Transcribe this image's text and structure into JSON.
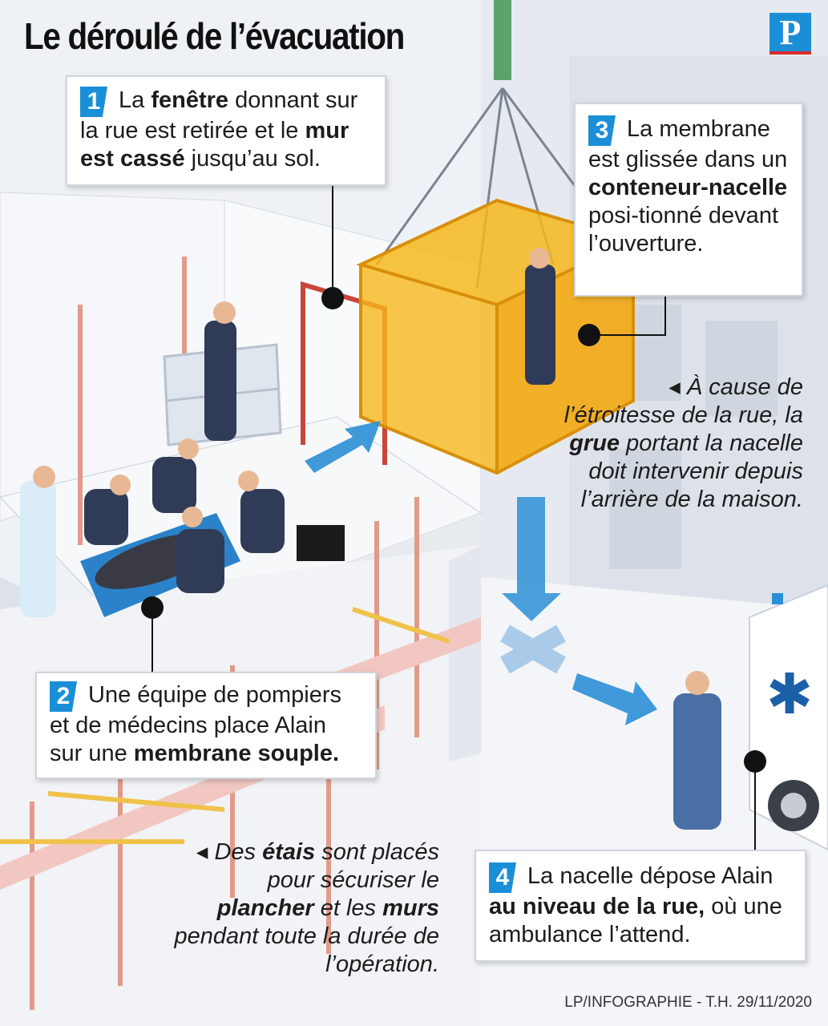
{
  "title": "Le déroulé de l’évacuation",
  "logo_letter": "P",
  "colors": {
    "accent_blue": "#1a8fd8",
    "nacelle_yellow": "#f6b81c",
    "frame_red": "#c8463a",
    "uniform_navy": "#2f3b57",
    "membrane_blue": "#2b82c9"
  },
  "steps": [
    {
      "number": "1",
      "parts": [
        {
          "t": "La ",
          "b": false
        },
        {
          "t": "fenêtre",
          "b": true
        },
        {
          "t": " donnant sur la rue est retirée et le ",
          "b": false
        },
        {
          "t": "mur est cassé",
          "b": true
        },
        {
          "t": " jusqu’au sol.",
          "b": false
        }
      ]
    },
    {
      "number": "2",
      "parts": [
        {
          "t": "Une équipe de pompiers et de médecins place Alain sur une ",
          "b": false
        },
        {
          "t": "membrane souple.",
          "b": true
        }
      ]
    },
    {
      "number": "3",
      "parts": [
        {
          "t": "La membrane est glissée dans un ",
          "b": false
        },
        {
          "t": "conteneur-nacelle",
          "b": true
        },
        {
          "t": " posi-tionné devant l’ouverture.",
          "b": false
        }
      ]
    },
    {
      "number": "4",
      "parts": [
        {
          "t": "La nacelle dépose Alain ",
          "b": false
        },
        {
          "t": "au niveau de la rue,",
          "b": true
        },
        {
          "t": " où une ambulance l’attend.",
          "b": false
        }
      ]
    }
  ],
  "notes": {
    "crane": {
      "marker": "◂",
      "parts": [
        {
          "t": "À cause de l’étroitesse de la rue, la ",
          "b": false
        },
        {
          "t": "grue",
          "b": true
        },
        {
          "t": " portant la nacelle doit intervenir depuis l’arrière de la maison.",
          "b": false
        }
      ]
    },
    "props": {
      "marker": "◂",
      "parts": [
        {
          "t": "Des ",
          "b": false
        },
        {
          "t": "étais",
          "b": true
        },
        {
          "t": " sont placés pour sécuriser le ",
          "b": false
        },
        {
          "t": "plancher",
          "b": true
        },
        {
          "t": " et les ",
          "b": false
        },
        {
          "t": "murs",
          "b": true
        },
        {
          "t": " pendant toute la durée de l’opération.",
          "b": false
        }
      ]
    }
  },
  "credit": "LP/INFOGRAPHIE - T.H.  29/11/2020"
}
